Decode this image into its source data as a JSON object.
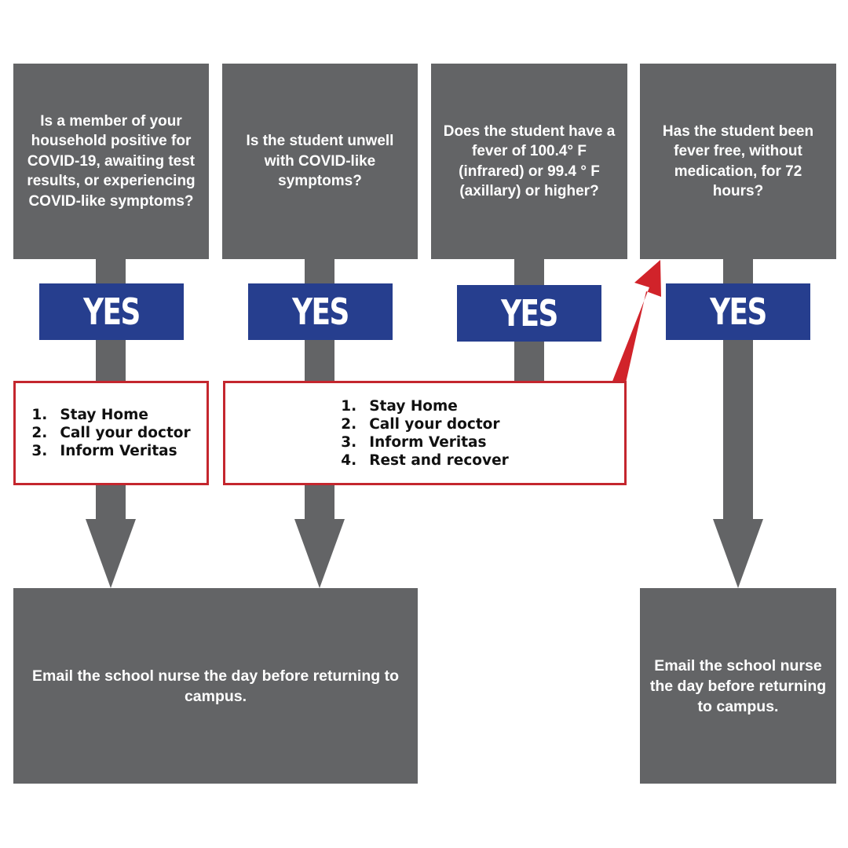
{
  "colors": {
    "box_gray": "#636466",
    "yes_blue": "#263e8e",
    "step_border_red": "#c4262e",
    "arrow_red": "#d1232a"
  },
  "questions": [
    {
      "text": "Is a member of your household positive for COVID-19, awaiting test results, or experiencing COVID-like symptoms?"
    },
    {
      "text": "Is the student unwell with COVID-like symptoms?"
    },
    {
      "text": "Does the student have a fever of 100.4° F (infrared) or 99.4 ° F (axillary) or higher?"
    },
    {
      "text": "Has the student been fever free, without medication, for 72 hours?"
    }
  ],
  "yes_labels": [
    "YES",
    "YES",
    "YES",
    "YES"
  ],
  "steps_short": [
    {
      "num": "1.",
      "text": "Stay Home"
    },
    {
      "num": "2.",
      "text": "Call your doctor"
    },
    {
      "num": "3.",
      "text": "Inform Veritas"
    }
  ],
  "steps_long": [
    {
      "num": "1.",
      "text": "Stay Home"
    },
    {
      "num": "2.",
      "text": "Call your doctor"
    },
    {
      "num": "3.",
      "text": "Inform Veritas"
    },
    {
      "num": "4.",
      "text": "Rest and recover"
    }
  ],
  "outcomes": [
    {
      "text": "Email the school nurse the day before returning to campus."
    },
    {
      "text": "Email the school nurse the day before returning to campus."
    }
  ]
}
